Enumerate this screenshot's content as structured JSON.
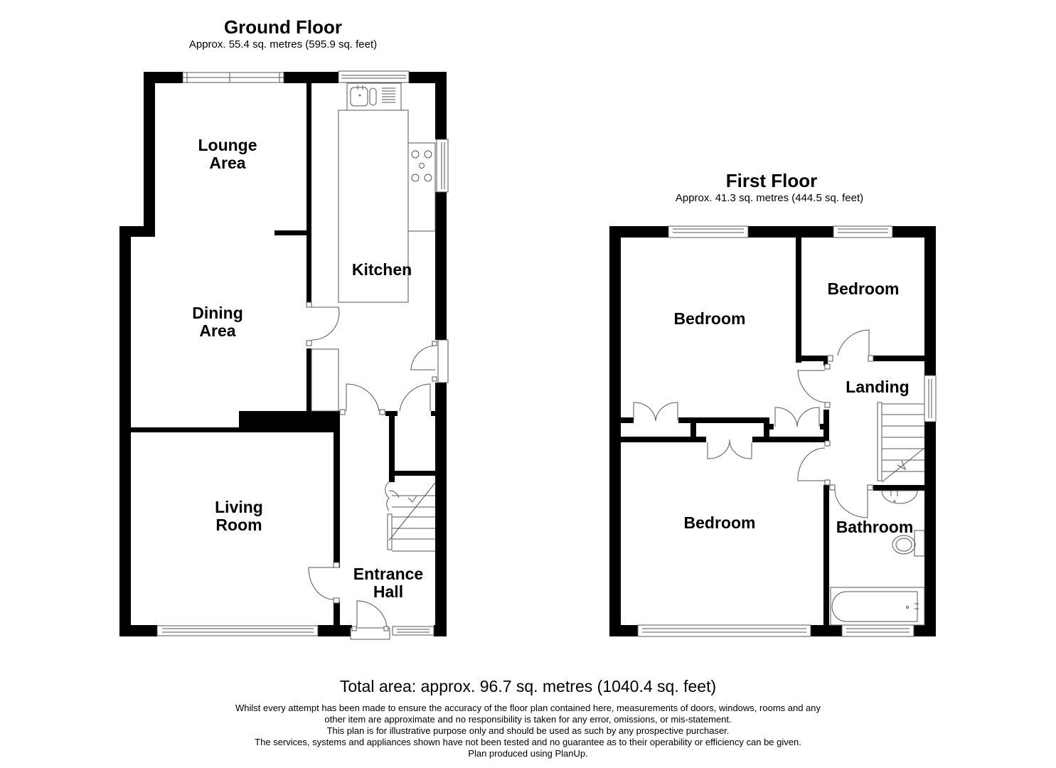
{
  "ground_floor": {
    "title": "Ground Floor",
    "area": "Approx. 55.4 sq. metres (595.9 sq. feet)",
    "rooms": [
      {
        "name": "Lounge\nArea"
      },
      {
        "name": "Kitchen"
      },
      {
        "name": "Dining\nArea"
      },
      {
        "name": "Living\nRoom"
      },
      {
        "name": "Entrance\nHall"
      }
    ]
  },
  "first_floor": {
    "title": "First Floor",
    "area": "Approx. 41.3 sq. metres (444.5 sq. feet)",
    "rooms": [
      {
        "name": "Bedroom"
      },
      {
        "name": "Bedroom"
      },
      {
        "name": "Landing"
      },
      {
        "name": "Bedroom"
      },
      {
        "name": "Bathroom"
      }
    ]
  },
  "footer": {
    "total_area": "Total area: approx. 96.7 sq. metres (1040.4 sq. feet)",
    "disclaimer": [
      "Whilst every attempt has been made to ensure the accuracy of the floor plan contained here, measurements of doors, windows, rooms and any",
      "other item are approximate and no responsibility is taken for any error, omissions, or mis-statement.",
      "This plan is for illustrative purpose only and should be used as such by any prospective purchaser.",
      "The services, systems and appliances shown have not been tested and no guarantee as to their operability or efficiency can be given.",
      "Plan produced using PlanUp."
    ]
  },
  "colors": {
    "wall": "#000000",
    "fixture_line": "#555555",
    "background": "#ffffff"
  }
}
